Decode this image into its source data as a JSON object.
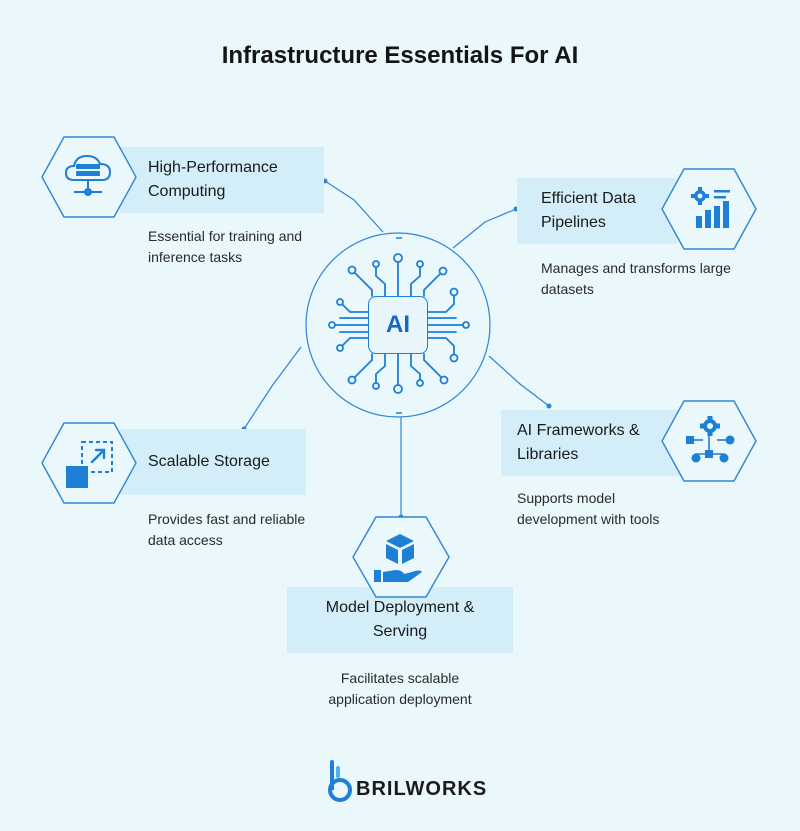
{
  "title": "Infrastructure Essentials For AI",
  "center": {
    "label": "AI"
  },
  "items": [
    {
      "heading": "High-Performance Computing",
      "description": "Essential for training and inference tasks",
      "icon": "cloud-server-icon"
    },
    {
      "heading": "Efficient Data Pipelines",
      "description": "Manages and transforms large datasets",
      "icon": "gear-bar-chart-icon"
    },
    {
      "heading": "Scalable Storage",
      "description": "Provides fast and reliable data access",
      "icon": "expand-square-icon"
    },
    {
      "heading": "AI Frameworks & Libraries",
      "description": "Supports model development with tools",
      "icon": "gear-network-icon"
    },
    {
      "heading": "Model Deployment & Serving",
      "description": "Facilitates scalable application deployment",
      "icon": "hand-cube-icon"
    }
  ],
  "brand": {
    "name": "BRILWORKS"
  },
  "colors": {
    "accent": "#1d7fd6",
    "box": "#d3eef9",
    "background": "#eaf7fb"
  }
}
